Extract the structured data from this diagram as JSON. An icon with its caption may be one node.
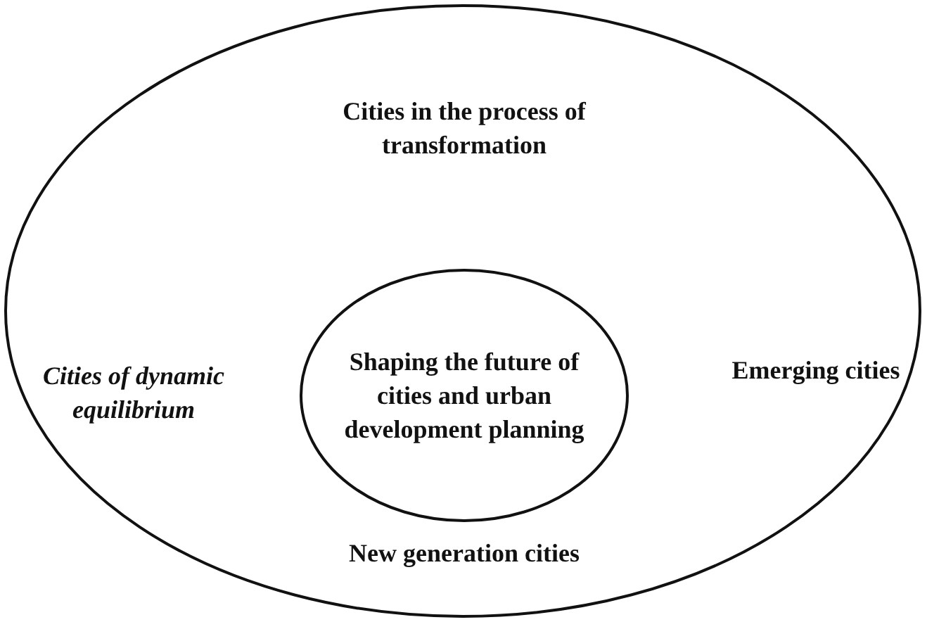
{
  "diagram": {
    "nodes": [
      {
        "text": [
          "Cities in the process of transformation",
          "Cities of dynamic equilibrium",
          "Emerging cities",
          "New generation cities"
        ]
      },
      {
        "text": [
          "Shaping the future of cities and urban development planning"
        ],
        "in": 0
      }
    ],
    "edges": []
  }
}
